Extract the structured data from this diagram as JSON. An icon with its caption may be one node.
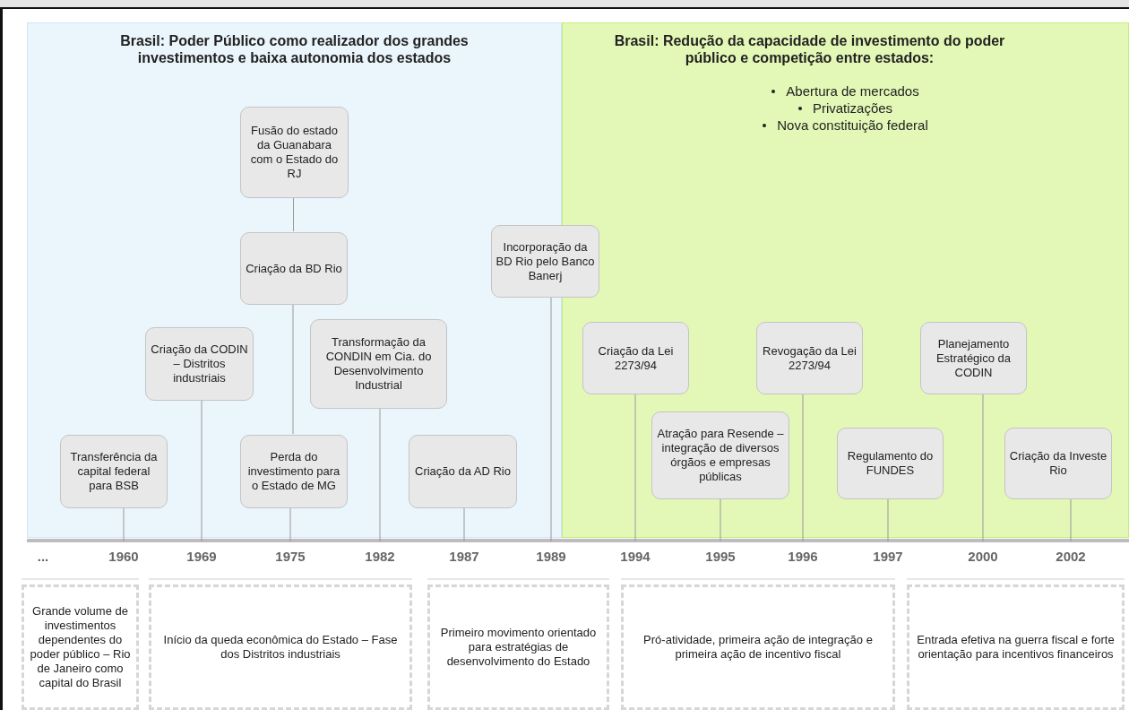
{
  "diagram": {
    "nodes": [
      {
        "text": [
          "Brasil: Poder Público como realizador dos grandes investimentos e baixa autonomia dos estados"
        ]
      },
      {
        "text": [
          "Brasil: Redução da capacidade de investimento do poder público e competição entre estados:",
          "Abertura de mercados",
          "Privatizações",
          "Nova constituição federal"
        ]
      },
      {
        "text": [
          "Fusão do estado da Guanabara com o Estado do RJ"
        ],
        "in": 0
      },
      {
        "text": [
          "Criação da BD Rio"
        ],
        "in": 0
      },
      {
        "text": [
          "Criação da CODIN – Distritos industriais"
        ],
        "in": 0
      },
      {
        "text": [
          "Transformação da CONDIN em Cia. do Desenvolvimento Industrial"
        ],
        "in": 0
      },
      {
        "text": [
          "Transferência da capital federal para BSB"
        ],
        "in": 0
      },
      {
        "text": [
          "Perda do investimento para o Estado de MG"
        ],
        "in": 0
      },
      {
        "text": [
          "Criação da AD Rio"
        ],
        "in": 0
      },
      {
        "text": [
          "Incorporação da BD Rio pelo Banco Banerj"
        ]
      },
      {
        "text": [
          "Criação da Lei 2273/94"
        ],
        "in": 1
      },
      {
        "text": [
          "Revogação da Lei 2273/94"
        ],
        "in": 1
      },
      {
        "text": [
          "Planejamento Estratégico da CODIN"
        ],
        "in": 1
      },
      {
        "text": [
          "Atração para Resende – integração de diversos órgãos e empresas públicas"
        ],
        "in": 1
      },
      {
        "text": [
          "Regulamento do FUNDES"
        ],
        "in": 1
      },
      {
        "text": [
          "Criação da Investe Rio"
        ],
        "in": 1
      },
      {
        "text": [
          "1960"
        ]
      },
      {
        "text": [
          "1969"
        ]
      },
      {
        "text": [
          "1975"
        ]
      },
      {
        "text": [
          "1982"
        ]
      },
      {
        "text": [
          "1987"
        ]
      },
      {
        "text": [
          "1989"
        ]
      },
      {
        "text": [
          "1994"
        ]
      },
      {
        "text": [
          "1995"
        ]
      },
      {
        "text": [
          "1996"
        ]
      },
      {
        "text": [
          "1997"
        ]
      },
      {
        "text": [
          "2000"
        ]
      },
      {
        "text": [
          "2002"
        ]
      },
      {
        "text": [
          "Grande volume de investimentos dependentes do poder público – Rio de Janeiro como capital do Brasil"
        ]
      },
      {
        "text": [
          "Início da queda econômica do Estado – Fase dos Distritos industriais"
        ]
      },
      {
        "text": [
          "Primeiro movimento orientado para estratégias de desenvolvimento do Estado"
        ]
      },
      {
        "text": [
          "Pró-atividade, primeira ação de integração e primeira ação de incentivo fiscal"
        ]
      },
      {
        "text": [
          "Entrada efetiva na guerra fiscal e forte orientação para incentivos financeiros"
        ]
      }
    ],
    "edges": [
      {
        "from": 2,
        "to": 3,
        "arrow": "none"
      },
      {
        "from": 3,
        "to": 7,
        "arrow": "none"
      },
      {
        "from": 6,
        "to": 16,
        "arrow": "none"
      },
      {
        "from": 4,
        "to": 17,
        "arrow": "none"
      },
      {
        "from": 7,
        "to": 18,
        "arrow": "none"
      },
      {
        "from": 5,
        "to": 19,
        "arrow": "none"
      },
      {
        "from": 8,
        "to": 20,
        "arrow": "none"
      },
      {
        "from": 9,
        "to": 21,
        "arrow": "none"
      },
      {
        "from": 10,
        "to": 22,
        "arrow": "none"
      },
      {
        "from": 13,
        "to": 23,
        "arrow": "none"
      },
      {
        "from": 11,
        "to": 24,
        "arrow": "none"
      },
      {
        "from": 14,
        "to": 25,
        "arrow": "none"
      },
      {
        "from": 12,
        "to": 26,
        "arrow": "none"
      },
      {
        "from": 15,
        "to": 27,
        "arrow": "none"
      }
    ],
    "labels": [
      "..."
    ]
  }
}
